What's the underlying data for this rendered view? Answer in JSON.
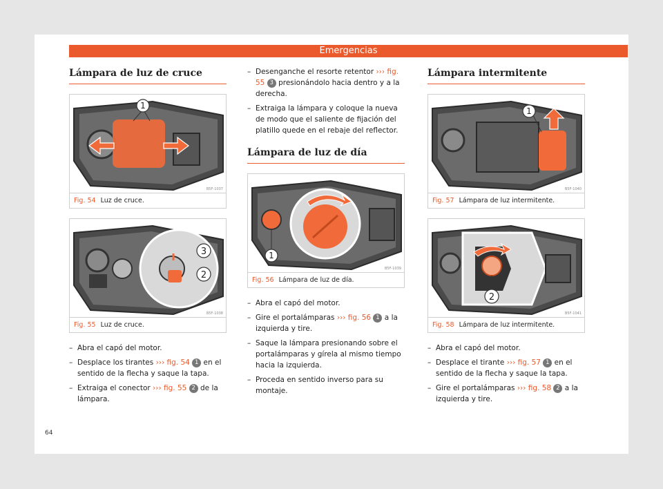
{
  "header": {
    "title": "Emergencias"
  },
  "page_number": "64",
  "col1": {
    "section_title": "Lámpara de luz de cruce",
    "fig54": {
      "number": "Fig. 54",
      "caption": "Luz de cruce.",
      "code": "B5F-1037",
      "callouts": [
        "1"
      ]
    },
    "fig55": {
      "number": "Fig. 55",
      "caption": "Luz de cruce.",
      "code": "B5F-1038",
      "callouts": [
        "3",
        "2"
      ]
    },
    "steps": [
      {
        "text": "Abra el capó del motor."
      },
      {
        "pre": "Desplace los tirantes",
        "ref": "››› fig. 54",
        "num": "1",
        "post": "en el sentido de la flecha y saque la tapa."
      },
      {
        "pre": "Extraiga el conector",
        "ref": "››› fig. 55",
        "num": "2",
        "post": "de la lámpara."
      }
    ]
  },
  "col2": {
    "steps_top": [
      {
        "pre": "Desenganche el resorte retentor",
        "ref": "››› fig. 55",
        "num": "3",
        "post": "presionándolo hacia dentro y a la derecha."
      },
      {
        "text": "Extraiga la lámpara y coloque la nueva de modo que el saliente de fijación del platillo quede en el rebaje del reflector."
      }
    ],
    "section_title": "Lámpara de luz de día",
    "fig56": {
      "number": "Fig. 56",
      "caption": "Lámpara de luz de día.",
      "code": "B5F-1039",
      "callouts": [
        "1"
      ]
    },
    "steps": [
      {
        "text": "Abra el capó del motor."
      },
      {
        "pre": "Gire el portalámparas",
        "ref": "››› fig. 56",
        "num": "1",
        "post": "a la izquierda y tire."
      },
      {
        "text": "Saque la lámpara presionando sobre el portalámparas y gírela al mismo tiempo hacia la izquierda."
      },
      {
        "text": "Proceda en sentido inverso para su montaje."
      }
    ]
  },
  "col3": {
    "section_title": "Lámpara intermitente",
    "fig57": {
      "number": "Fig. 57",
      "caption": "Lámpara de luz intermitente.",
      "code": "B5F-1040",
      "callouts": [
        "1"
      ]
    },
    "fig58": {
      "number": "Fig. 58",
      "caption": "Lámpara de luz intermitente.",
      "code": "B5F-1041",
      "callouts": [
        "2"
      ]
    },
    "steps": [
      {
        "text": "Abra el capó del motor."
      },
      {
        "pre": "Desplace el tirante",
        "ref": "››› fig. 57",
        "num": "1",
        "post": "en el sentido de la flecha y saque la tapa."
      },
      {
        "pre": "Gire el portalámparas",
        "ref": "››› fig. 58",
        "num": "2",
        "post": "a la izquierda y tire."
      }
    ]
  },
  "colors": {
    "accent": "#ea5a2c",
    "highlight": "#f06a3a"
  }
}
